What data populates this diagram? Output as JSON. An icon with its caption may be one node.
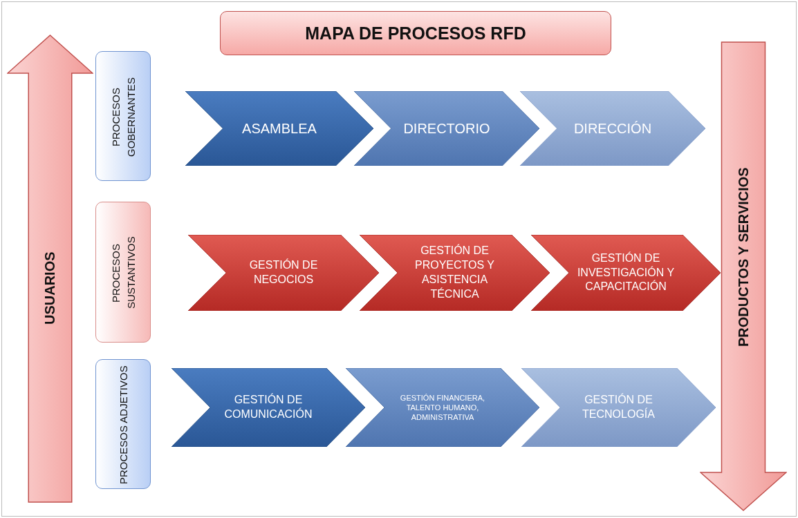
{
  "diagram": {
    "title": "MAPA DE PROCESOS RFD",
    "nodes": [
      {
        "text": [
          "USUARIOS"
        ]
      },
      {
        "text": [
          "PROCESOS GOBERNANTES"
        ]
      },
      {
        "text": [
          "ASAMBLEA"
        ]
      },
      {
        "text": [
          "DIRECTORIO"
        ]
      },
      {
        "text": [
          "DIRECCIÓN"
        ]
      },
      {
        "text": [
          "PRODUCTOS Y SERVICIOS"
        ]
      },
      {
        "text": [
          "PROCESOS SUSTANTIVOS"
        ]
      },
      {
        "text": [
          "GESTIÓN DE NEGOCIOS"
        ]
      },
      {
        "text": [
          "GESTIÓN DE PROYECTOS Y ASISTENCIA TÉCNICA"
        ]
      },
      {
        "text": [
          "GESTIÓN DE INVESTIGACIÓN Y CAPACITACIÓN"
        ]
      },
      {
        "text": [
          "PROCESOS ADJETIVOS"
        ]
      },
      {
        "text": [
          "GESTIÓN DE COMUNICACIÓN"
        ]
      },
      {
        "text": [
          "GESTIÓN FINANCIERA, TALENTO HUMANO, ADMINISTRATIVA"
        ]
      },
      {
        "text": [
          "GESTIÓN DE TECNOLOGÍA"
        ]
      }
    ]
  }
}
